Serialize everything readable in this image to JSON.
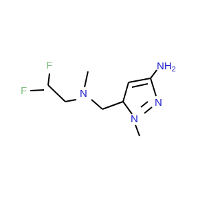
{
  "structure": {
    "atoms": {
      "F_top": "F",
      "F_left": "F",
      "N_amine": "N",
      "N_H2": "NH",
      "N_H2_sub": "2",
      "N_ring2": "N",
      "N_ring1": "N"
    },
    "colors": {
      "fluorine": "#7fbf7f",
      "nitrogen": "#1a1acc",
      "bond": "#000000",
      "background": "#ffffff"
    }
  }
}
